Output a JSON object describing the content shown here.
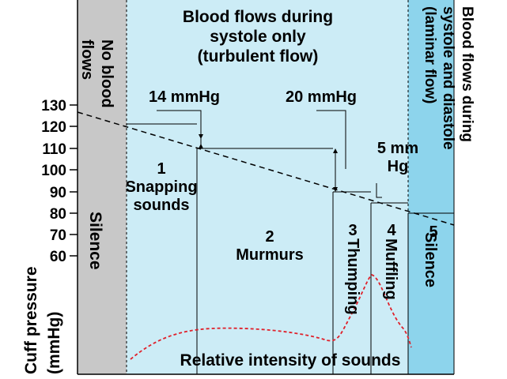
{
  "colors": {
    "silence_band": "#c8c8c8",
    "systole_band": "#ccecf6",
    "laminar_band": "#8dd4ec",
    "intensity_curve": "#e0202a",
    "line": "#000000"
  },
  "y_axis": {
    "label_line1": "Cuff pressure",
    "label_line2": "(mmHg)",
    "ticks": [
      "130",
      "120",
      "110",
      "100",
      "90",
      "80",
      "70",
      "60"
    ]
  },
  "bands": {
    "no_blood_line1": "No blood",
    "no_blood_line2": "flows",
    "systole_line1": "Blood flows during",
    "systole_line2": "systole only",
    "systole_line3": "(turbulent flow)",
    "laminar_line1": "Blood flows during",
    "laminar_line2": "systole and diastole",
    "laminar_line3": "(laminar flow)"
  },
  "gaps": {
    "gap1": "14 mmHg",
    "gap2": "20 mmHg",
    "gap3_line1": "5 mm",
    "gap3_line2": "Hg"
  },
  "phases": {
    "silence_left": "Silence",
    "p1_num": "1",
    "p1_line1": "Snapping",
    "p1_line2": "sounds",
    "p2_num": "2",
    "p2_label": "Murmurs",
    "p3_num": "3",
    "p3_label": "Thumping",
    "p4_num": "4",
    "p4_label": "Muffling",
    "p5_num": "5",
    "p5_label": "Silence"
  },
  "footer": {
    "intensity_label": "Relative intensity of sounds"
  }
}
